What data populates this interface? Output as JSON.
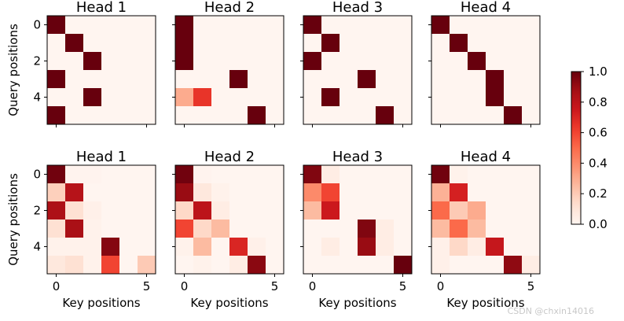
{
  "colormap": {
    "low": "#fff5f0",
    "high": "#67000d"
  },
  "chart_data": {
    "type": "heatmap",
    "colorbar": {
      "ticks": [
        "0.0",
        "0.2",
        "0.4",
        "0.6",
        "0.8",
        "1.0"
      ],
      "range": [
        0.0,
        1.0
      ]
    },
    "x_ticks": [
      "0",
      "5"
    ],
    "y_ticks": [
      "0",
      "2",
      "4"
    ],
    "xlabel": "Key positions",
    "ylabel": "Query positions",
    "rows": [
      {
        "panels": [
          {
            "title": "Head 1",
            "values": [
              [
                1,
                0,
                0,
                0,
                0,
                0
              ],
              [
                0,
                1,
                0,
                0,
                0,
                0
              ],
              [
                0,
                0,
                1,
                0,
                0,
                0
              ],
              [
                1,
                0,
                0,
                0,
                0,
                0
              ],
              [
                0,
                0,
                1,
                0,
                0,
                0
              ],
              [
                1,
                0,
                0,
                0,
                0,
                0
              ]
            ]
          },
          {
            "title": "Head 2",
            "values": [
              [
                1,
                0,
                0,
                0,
                0,
                0
              ],
              [
                1,
                0,
                0,
                0,
                0,
                0
              ],
              [
                1,
                0,
                0,
                0,
                0,
                0
              ],
              [
                0,
                0,
                0,
                1,
                0,
                0
              ],
              [
                0.3,
                0.65,
                0,
                0,
                0,
                0
              ],
              [
                0,
                0,
                0,
                0,
                1,
                0
              ]
            ]
          },
          {
            "title": "Head 3",
            "values": [
              [
                1,
                0,
                0,
                0,
                0,
                0
              ],
              [
                0,
                1,
                0,
                0,
                0,
                0
              ],
              [
                1,
                0,
                0,
                0,
                0,
                0
              ],
              [
                0,
                0,
                0,
                1,
                0,
                0
              ],
              [
                0,
                1,
                0,
                0,
                0,
                0
              ],
              [
                0,
                0,
                0,
                0,
                1,
                0
              ]
            ]
          },
          {
            "title": "Head 4",
            "values": [
              [
                1,
                0,
                0,
                0,
                0,
                0
              ],
              [
                0,
                1,
                0,
                0,
                0,
                0
              ],
              [
                0,
                0,
                1,
                0,
                0,
                0
              ],
              [
                0,
                0,
                0,
                1,
                0,
                0
              ],
              [
                0,
                0,
                0,
                1,
                0,
                0
              ],
              [
                0,
                0,
                0,
                0,
                1,
                0
              ]
            ]
          }
        ]
      },
      {
        "panels": [
          {
            "title": "Head 1",
            "values": [
              [
                0.98,
                0.01,
                0.01,
                0,
                0,
                0
              ],
              [
                0.18,
                0.82,
                0,
                0,
                0,
                0
              ],
              [
                0.85,
                0.12,
                0.03,
                0,
                0,
                0
              ],
              [
                0.12,
                0.86,
                0.02,
                0,
                0,
                0
              ],
              [
                0.02,
                0.02,
                0.02,
                0.94,
                0,
                0
              ],
              [
                0.08,
                0.12,
                0.02,
                0.6,
                0,
                0.2
              ]
            ]
          },
          {
            "title": "Head 2",
            "values": [
              [
                0.98,
                0.01,
                0,
                0,
                0,
                0
              ],
              [
                0.9,
                0.08,
                0.02,
                0,
                0,
                0
              ],
              [
                0.15,
                0.8,
                0.05,
                0,
                0,
                0
              ],
              [
                0.6,
                0.15,
                0.25,
                0,
                0,
                0
              ],
              [
                0.02,
                0.25,
                0,
                0.7,
                0.03,
                0
              ],
              [
                0,
                0.02,
                0,
                0.05,
                0.93,
                0
              ]
            ]
          },
          {
            "title": "Head 3",
            "values": [
              [
                0.95,
                0.05,
                0,
                0,
                0,
                0
              ],
              [
                0.4,
                0.6,
                0,
                0,
                0,
                0
              ],
              [
                0.25,
                0.75,
                0,
                0,
                0,
                0
              ],
              [
                0,
                0,
                0,
                0.95,
                0.05,
                0
              ],
              [
                0,
                0.05,
                0,
                0.9,
                0.05,
                0
              ],
              [
                0,
                0,
                0,
                0,
                0,
                1.0
              ]
            ]
          },
          {
            "title": "Head 4",
            "values": [
              [
                0.98,
                0.02,
                0,
                0,
                0,
                0
              ],
              [
                0.28,
                0.72,
                0,
                0,
                0,
                0
              ],
              [
                0.5,
                0.2,
                0.3,
                0,
                0,
                0
              ],
              [
                0.25,
                0.5,
                0.25,
                0,
                0,
                0
              ],
              [
                0.03,
                0.15,
                0.05,
                0.77,
                0,
                0
              ],
              [
                0.03,
                0,
                0,
                0,
                0.92,
                0.05
              ]
            ]
          }
        ]
      }
    ]
  },
  "watermark": "CSDN @chxin14016"
}
